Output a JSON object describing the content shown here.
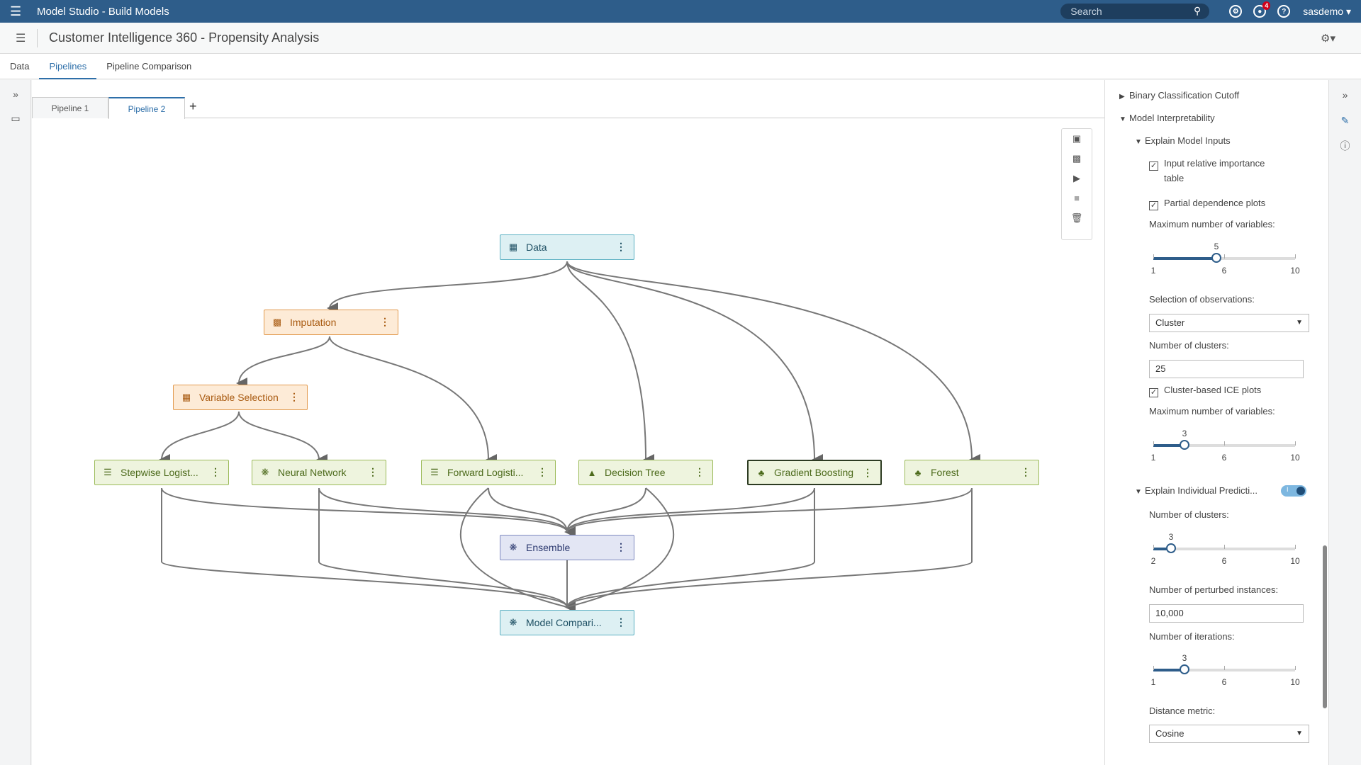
{
  "app": {
    "title": "Model Studio - Build Models",
    "search_placeholder": "Search",
    "user": "sasdemo",
    "notification_count": "4"
  },
  "project": {
    "title": "Customer Intelligence 360 - Propensity Analysis"
  },
  "tabs": [
    {
      "label": "Data"
    },
    {
      "label": "Pipelines"
    },
    {
      "label": "Pipeline Comparison"
    }
  ],
  "pipeline_tabs": [
    {
      "label": "Pipeline 1"
    },
    {
      "label": "Pipeline 2"
    }
  ],
  "nodes": {
    "data": "Data",
    "imputation": "Imputation",
    "varsel": "Variable Selection",
    "stepwise": "Stepwise Logist...",
    "neural": "Neural Network",
    "forward": "Forward Logisti...",
    "tree": "Decision Tree",
    "boost": "Gradient Boosting",
    "forest": "Forest",
    "ensemble": "Ensemble",
    "compare": "Model Compari..."
  },
  "panel": {
    "binary_cutoff": "Binary Classification Cutoff",
    "model_interp": "Model Interpretability",
    "explain_inputs": "Explain Model Inputs",
    "input_importance": "Input relative importance",
    "input_importance_2": "table",
    "pdp": "Partial dependence plots",
    "max_vars": "Maximum number of variables:",
    "slider1": {
      "value": "5",
      "min": "1",
      "mid": "6",
      "max": "10",
      "fraction": 0.444
    },
    "selection_obs": "Selection of observations:",
    "selection_obs_value": "Cluster",
    "num_clusters": "Number of clusters:",
    "num_clusters_value": "25",
    "ice": "Cluster-based ICE plots",
    "max_vars2": "Maximum number of variables:",
    "slider2": {
      "value": "3",
      "min": "1",
      "mid": "6",
      "max": "10",
      "fraction": 0.222
    },
    "explain_individual": "Explain Individual Predicti...",
    "num_clusters2": "Number of clusters:",
    "slider3": {
      "value": "3",
      "min": "2",
      "mid": "6",
      "max": "10",
      "fraction": 0.125
    },
    "perturbed": "Number of perturbed instances:",
    "perturbed_value": "10,000",
    "iterations": "Number of iterations:",
    "slider4": {
      "value": "3",
      "min": "1",
      "mid": "6",
      "max": "10",
      "fraction": 0.222
    },
    "distance": "Distance metric:",
    "distance_value": "Cosine"
  },
  "colors": {
    "header": "#2e5d8a",
    "accent": "#2e6fa9"
  },
  "icons": [
    "menu-icon",
    "search-icon",
    "help-icon",
    "notifications-icon",
    "question-icon",
    "user-chevron-icon",
    "list-icon",
    "options-icon"
  ]
}
